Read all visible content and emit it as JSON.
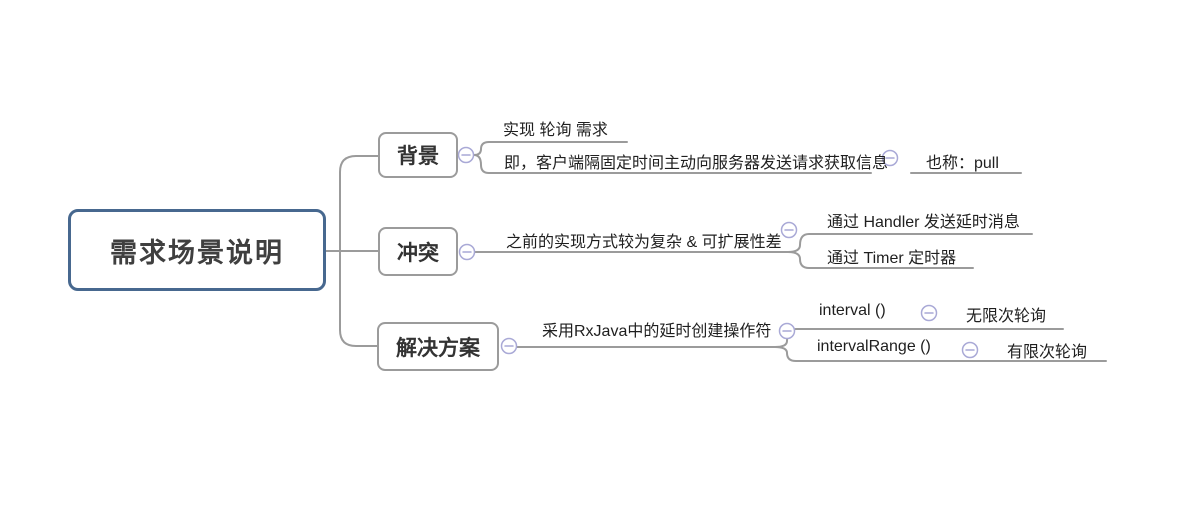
{
  "app": {
    "kind": "mindmap"
  },
  "colors": {
    "root_border": "#47688f",
    "branch_border": "#9b9b9b",
    "connector": "#9b9b9b",
    "collapse_icon": "#a9a9d6",
    "text": "#333333"
  },
  "icons": {
    "collapse": {
      "name": "minus-circle-icon",
      "glyph": "−"
    }
  },
  "mindmap": {
    "root": {
      "label": "需求场景说明"
    },
    "branches": [
      {
        "label": "背景",
        "children": [
          {
            "label": "实现 轮询 需求"
          },
          {
            "label": "即，客户端隔固定时间主动向服务器发送请求获取信息",
            "children": [
              {
                "label": "也称：pull"
              }
            ]
          }
        ]
      },
      {
        "label": "冲突",
        "children": [
          {
            "label": "之前的实现方式较为复杂 & 可扩展性差",
            "children": [
              {
                "label": "通过 Handler 发送延时消息"
              },
              {
                "label": "通过 Timer 定时器"
              }
            ]
          }
        ]
      },
      {
        "label": "解决方案",
        "children": [
          {
            "label": "采用RxJava中的延时创建操作符",
            "children": [
              {
                "label": "interval ()",
                "children": [
                  {
                    "label": "无限次轮询"
                  }
                ]
              },
              {
                "label": "intervalRange ()",
                "children": [
                  {
                    "label": "有限次轮询"
                  }
                ]
              }
            ]
          }
        ]
      }
    ]
  }
}
